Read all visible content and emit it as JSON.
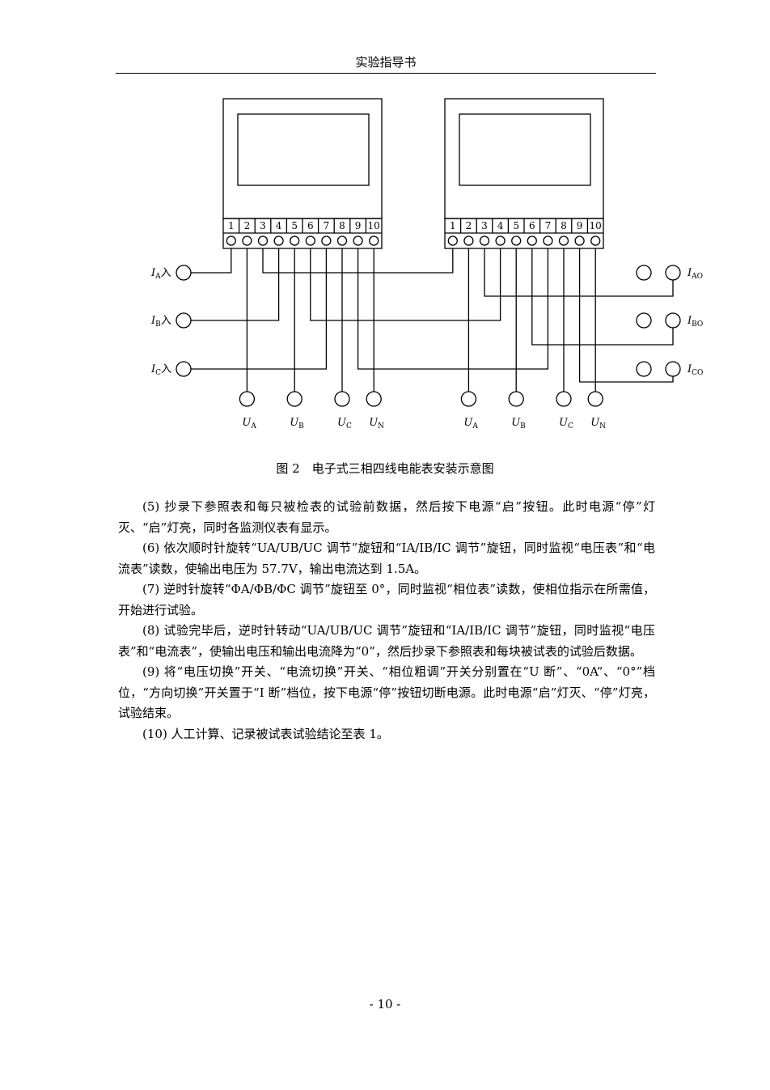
{
  "header": {
    "title": "实验指导书"
  },
  "diagram": {
    "terminal_numbers": [
      "1",
      "2",
      "3",
      "4",
      "5",
      "6",
      "7",
      "8",
      "9",
      "10"
    ],
    "left_inputs": [
      {
        "var": "I",
        "sub": "A",
        "suffix": "入"
      },
      {
        "var": "I",
        "sub": "B",
        "suffix": "入"
      },
      {
        "var": "I",
        "sub": "C",
        "suffix": "入"
      }
    ],
    "right_outputs": [
      {
        "var": "I",
        "sub": "AO"
      },
      {
        "var": "I",
        "sub": "BO"
      },
      {
        "var": "I",
        "sub": "CO"
      }
    ],
    "voltage_labels": [
      {
        "var": "U",
        "sub": "A"
      },
      {
        "var": "U",
        "sub": "B"
      },
      {
        "var": "U",
        "sub": "C"
      },
      {
        "var": "U",
        "sub": "N"
      }
    ]
  },
  "caption": "图 2　电子式三相四线电能表安装示意图",
  "paragraphs": [
    "(5) 抄录下参照表和每只被检表的试验前数据，然后按下电源“启”按钮。此时电源“停”灯灭、“启”灯亮，同时各监测仪表有显示。",
    "(6) 依次顺时针旋转“UA/UB/UC 调节”旋钮和“IA/IB/IC 调节”旋钮，同时监视“电压表”和“电流表”读数，使输出电压为 57.7V，输出电流达到 1.5A。",
    "(7) 逆时针旋转“ΦA/ΦB/ΦC 调节”旋钮至 0°，同时监视“相位表”读数，使相位指示在所需值，开始进行试验。",
    "(8) 试验完毕后，逆时针转动“UA/UB/UC 调节”旋钮和“IA/IB/IC 调节”旋钮，同时监视“电压表”和“电流表”，使输出电压和输出电流降为“0”，然后抄录下参照表和每块被试表的试验后数据。",
    "(9) 将“电压切换”开关、“电流切换”开关、“相位粗调”开关分别置在“U 断”、“0A”、“0°”档位，“方向切换”开关置于“I 断”档位，按下电源“停”按钮切断电源。此时电源“启”灯灭、“停”灯亮，试验结束。",
    "(10) 人工计算、记录被试表试验结论至表 1。"
  ],
  "footer": {
    "page_number": "- 10 -"
  }
}
